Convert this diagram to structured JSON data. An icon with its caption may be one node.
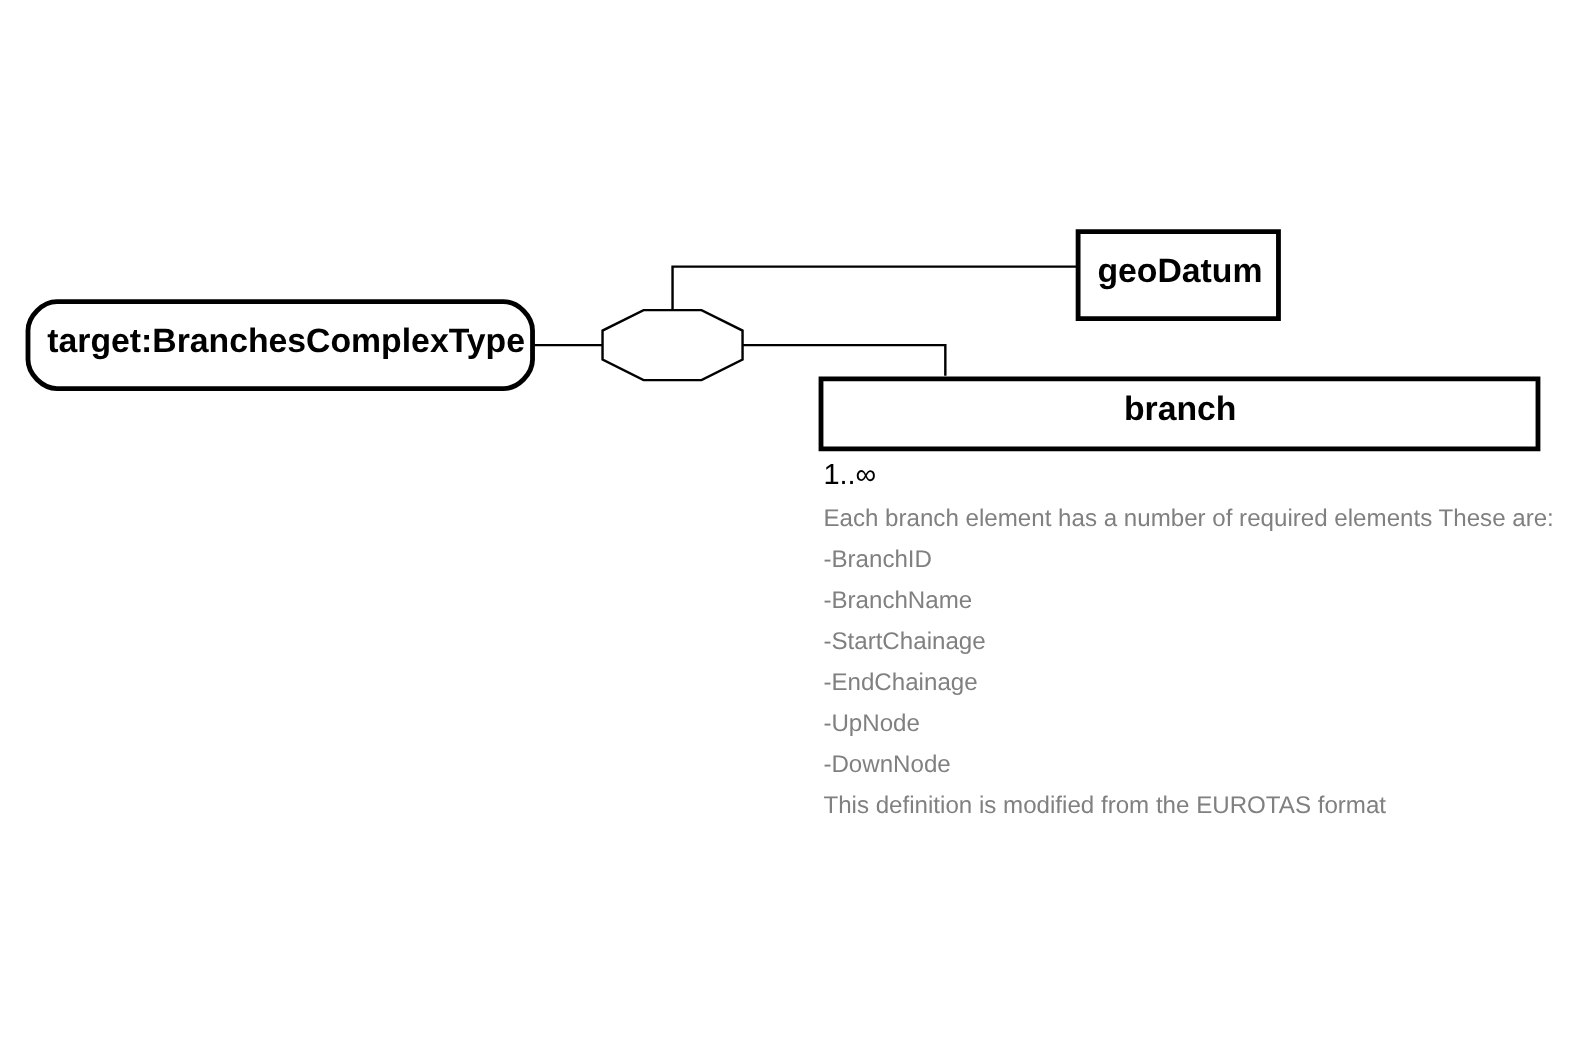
{
  "diagram": {
    "nodes": [
      {
        "text": [
          "target:BranchesComplexType"
        ]
      },
      {
        "text": [],
        "shape": "octagon"
      },
      {
        "text": [
          "geoDatum"
        ]
      },
      {
        "text": [
          "branch"
        ],
        "beside": [
          "1..∞",
          "Each branch element has a number of required elements These are:",
          "-BranchID",
          "-BranchName",
          "-StartChainage",
          "-EndChainage",
          "-UpNode",
          "-DownNode",
          "This definition is modified from the EUROTAS format"
        ]
      }
    ],
    "edges": [
      {
        "from": 0,
        "to": 1,
        "arrow": "none"
      },
      {
        "from": 1,
        "to": 2,
        "arrow": "none"
      },
      {
        "from": 1,
        "to": 3,
        "arrow": "none"
      }
    ]
  }
}
